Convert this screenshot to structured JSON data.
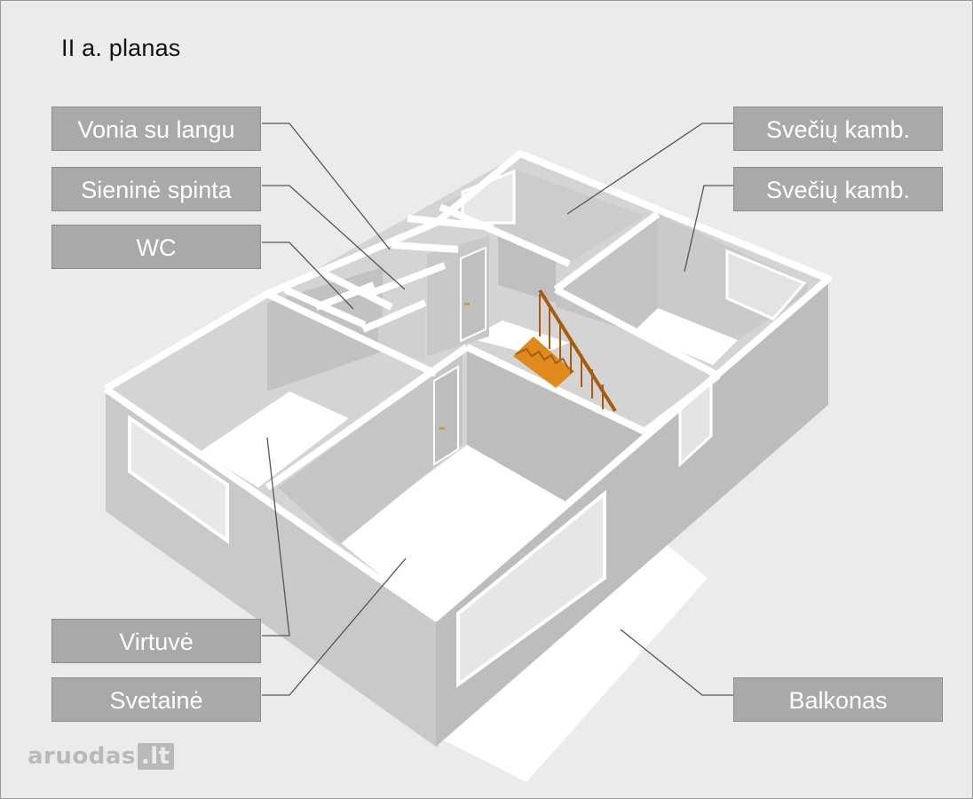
{
  "title": "II a. planas",
  "labels": {
    "vonia": "Vonia su langu",
    "spinta": "Sieninė spinta",
    "wc": "WC",
    "virtuve": "Virtuvė",
    "svetaine": "Svetainė",
    "svecu1": "Svečių kamb.",
    "svecu2": "Svečių kamb.",
    "balkonas": "Balkonas"
  },
  "watermark": {
    "text": "aruodas",
    "tld": ".lt"
  },
  "colors": {
    "background": "#ebebeb",
    "label_fill": "#a9a9a9",
    "label_text": "#ffffff",
    "wall_side": "#c8c8c8",
    "floor": "#ffffff",
    "stair": "#e0891c",
    "leader_line": "#555555"
  }
}
